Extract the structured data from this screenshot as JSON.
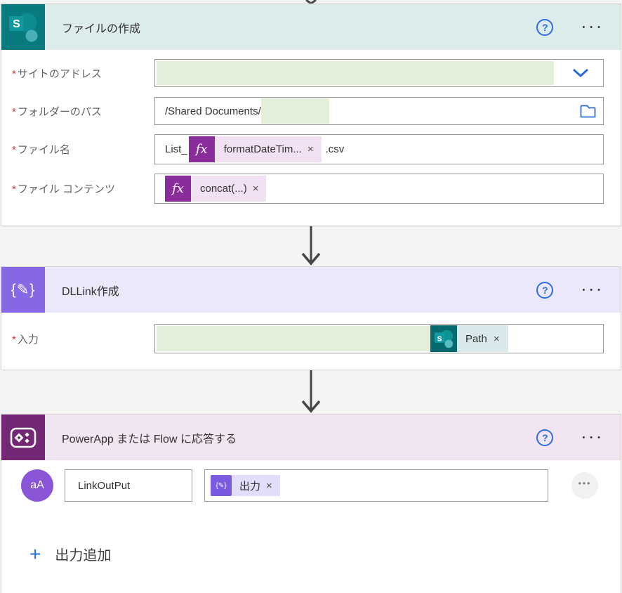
{
  "ui": {
    "help": "?",
    "menu": "•••",
    "required_mark": "*"
  },
  "card_create_file": {
    "title": "ファイルの作成",
    "connector": "SharePoint",
    "fields": {
      "site_address": {
        "label": "サイトのアドレス"
      },
      "folder_path": {
        "label": "フォルダーのパス",
        "value_prefix": "/Shared Documents/"
      },
      "file_name": {
        "label": "ファイル名",
        "text_before": "List_",
        "fx_label": "fx",
        "expression_token": "formatDateTim...",
        "remove_label": "×",
        "text_after": ".csv"
      },
      "file_content": {
        "label": "ファイル コンテンツ",
        "fx_label": "fx",
        "expression_token": "concat(...)",
        "remove_label": "×"
      }
    }
  },
  "card_compose": {
    "title": "DLLink作成",
    "icon_glyph": "{✎}",
    "fields": {
      "input": {
        "label": "入力",
        "token": "Path",
        "remove_label": "×"
      }
    }
  },
  "card_respond": {
    "title": "PowerApp または Flow に応答する",
    "type_icon": "aA",
    "output": {
      "name": "LinkOutPut",
      "token_icon": "{✎}",
      "token": "出力",
      "remove_label": "×"
    },
    "more_label": "•••",
    "add_output": {
      "plus": "+",
      "label": "出力追加"
    }
  },
  "colors": {
    "canvas_bg": "#f5f4f4",
    "sharepoint_teal": "#077b80",
    "sharepoint_header_bg": "#dcebec",
    "compose_purple": "#8767e3",
    "compose_header_bg": "#ebe8fb",
    "powerapps_plum": "#742774",
    "powerapps_header_bg": "#f1e5f1",
    "expression_magenta": "#8b2c9c",
    "expression_pill_bg": "#f2e1f3",
    "sharepoint_token_pill_bg": "#d9e8ea",
    "output_token_pill_bg": "#e4ddf9",
    "redaction_green": "#e4efd9",
    "help_blue": "#2f6cdd",
    "link_blue": "#2570e0",
    "arrow_gray": "#484644",
    "required_red": "#d13438"
  }
}
